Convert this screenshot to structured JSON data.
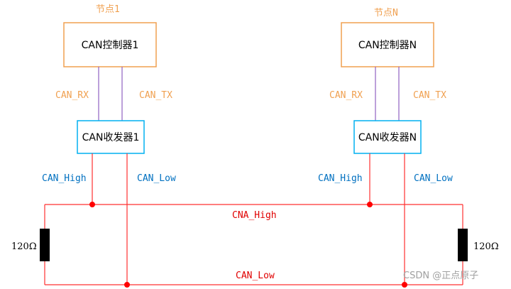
{
  "nodes": [
    {
      "node_label": "节点1",
      "controller_label": "CAN控制器1",
      "rx_label": "CAN_RX",
      "tx_label": "CAN_TX",
      "transceiver_label": "CAN收发器1",
      "high_label": "CAN_High",
      "low_label": "CAN_Low"
    },
    {
      "node_label": "节点N",
      "controller_label": "CAN控制器N",
      "rx_label": "CAN_RX",
      "tx_label": "CAN_TX",
      "transceiver_label": "CAN收发器N",
      "high_label": "CAN_High",
      "low_label": "CAN_Low"
    }
  ],
  "bus": {
    "high_label": "CNA_High",
    "low_label": "CAN_Low"
  },
  "resistors": {
    "left_label": "120Ω",
    "right_label": "120Ω"
  },
  "watermark": "CSDN @正点原子",
  "colors": {
    "controller_border": "#f0a050",
    "node_label": "#f0a050",
    "rx_tx_label": "#f0a050",
    "transceiver_border": "#00b0f0",
    "signal_wire": "#9060c0",
    "bus_wire": "#ff3030",
    "bus_label": "#e00000",
    "high_low_label": "#0070c0",
    "resistor_fill": "#000000"
  }
}
